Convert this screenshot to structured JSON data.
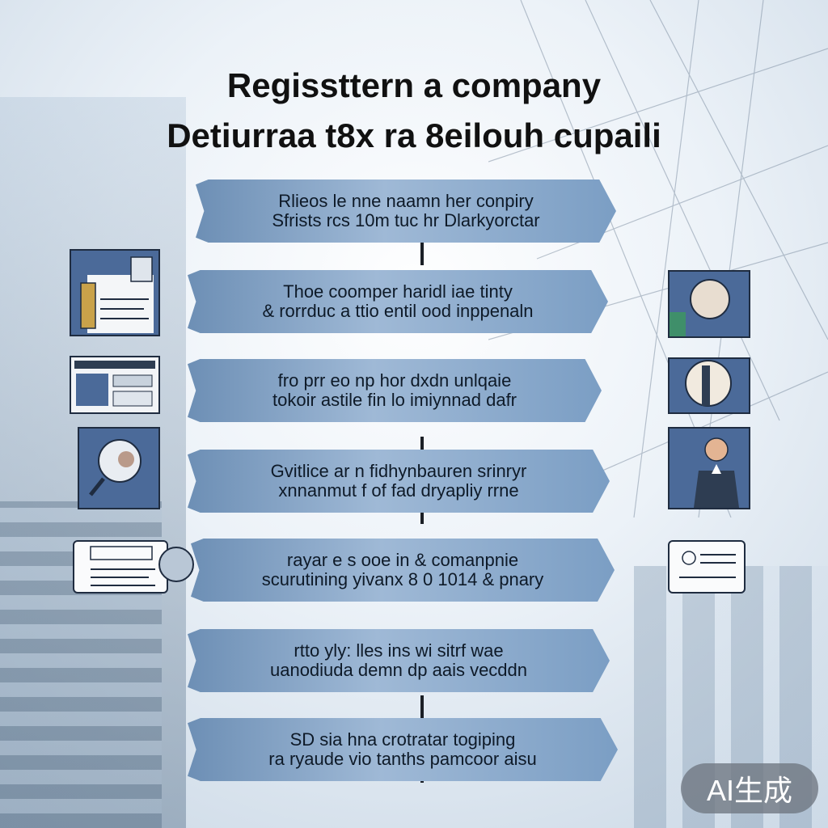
{
  "title": {
    "line1": "Regissttern a company",
    "line2": "Detiurraa t8x ra 8eilouh cupaili"
  },
  "steps": [
    {
      "line1": "Rlieos le nne naamn her conpiry",
      "line2": "Sfrists rcs 10m tuc hr Dlarkyorctar"
    },
    {
      "line1": "Thoe coomper haridl iae tinty",
      "line2": "& rorrduc a ttio entil ood inppenaln"
    },
    {
      "line1": "fro prr eo np hor dxdn unlqaie",
      "line2": "tokoir astile fin lo imiynnad dafr"
    },
    {
      "line1": "Gvitlice ar n fidhynbauren srinryr",
      "line2": "xnnanmut f of fad dryapliy rrne"
    },
    {
      "line1": "rayar e s ooe in & comanpnie",
      "line2": "scurutining yivanx 8 0 1014 & pnary"
    },
    {
      "line1": "rtto yly: lles ins wi sitrf wae",
      "line2": "uanodiuda demn dp aais vecddn"
    },
    {
      "line1": "SD sia hna crotratar togiping",
      "line2": "ra ryaude vio tanths pamcoor aisu"
    }
  ],
  "badge": "AI生成",
  "colors": {
    "arrow": "#7b9ec4",
    "icon_bg": "#4b6a99",
    "outline": "#1f2c40"
  }
}
